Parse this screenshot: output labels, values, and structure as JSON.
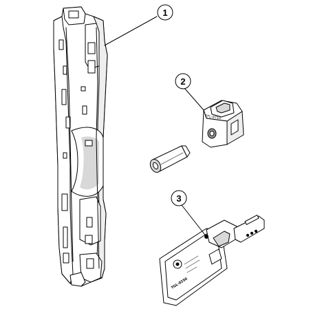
{
  "callouts": [
    {
      "number": "1"
    },
    {
      "number": "2"
    },
    {
      "number": "3"
    }
  ],
  "part_markings": {
    "label_part2": "TFL-0710",
    "label_part3": "TGL-0250"
  },
  "colors": {
    "line": "#000000",
    "fill": "#ffffff",
    "shade": "#d8d8d8",
    "dark_shade": "#9a9a9a"
  }
}
